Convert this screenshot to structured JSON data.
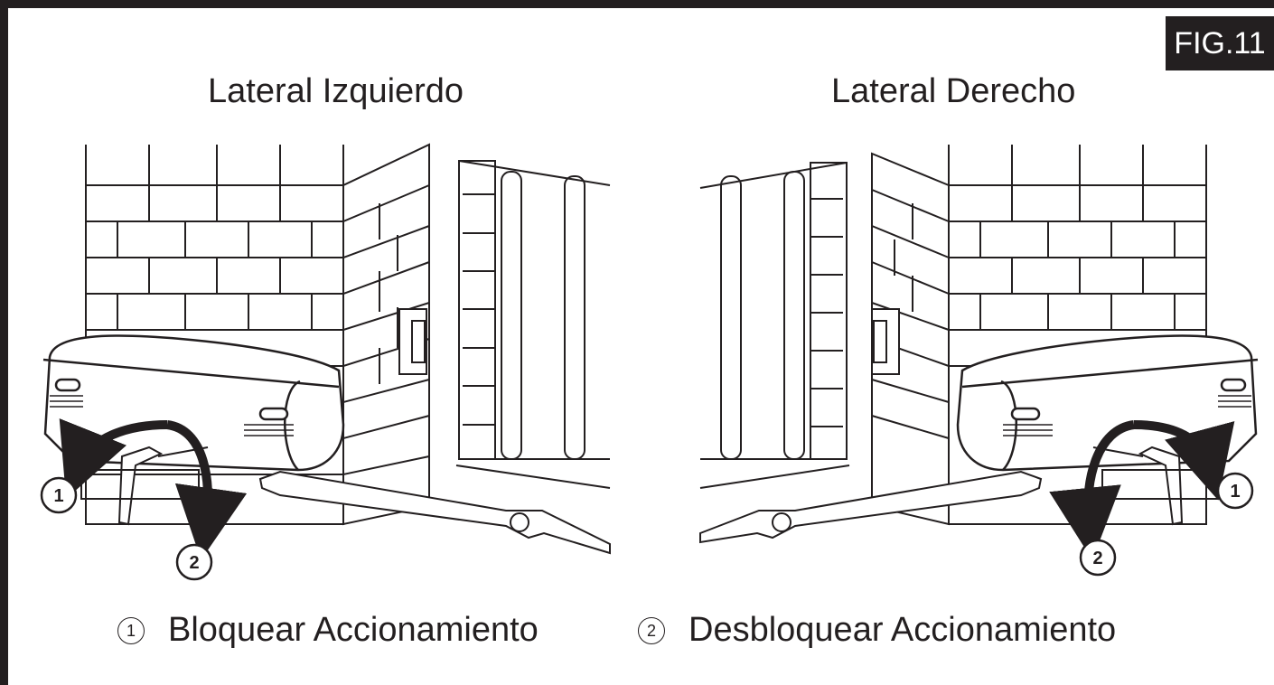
{
  "figure": {
    "tag": "FIG.11"
  },
  "panels": {
    "left": {
      "title": "Lateral Izquierdo"
    },
    "right": {
      "title": "Lateral Derecho"
    }
  },
  "markers": {
    "one": "1",
    "two": "2"
  },
  "legend": {
    "item1": {
      "number": "1",
      "label": "Bloquear Accionamiento"
    },
    "item2": {
      "number": "2",
      "label": "Desbloquear Accionamiento"
    }
  },
  "colors": {
    "ink": "#231f20",
    "background": "#ffffff"
  }
}
